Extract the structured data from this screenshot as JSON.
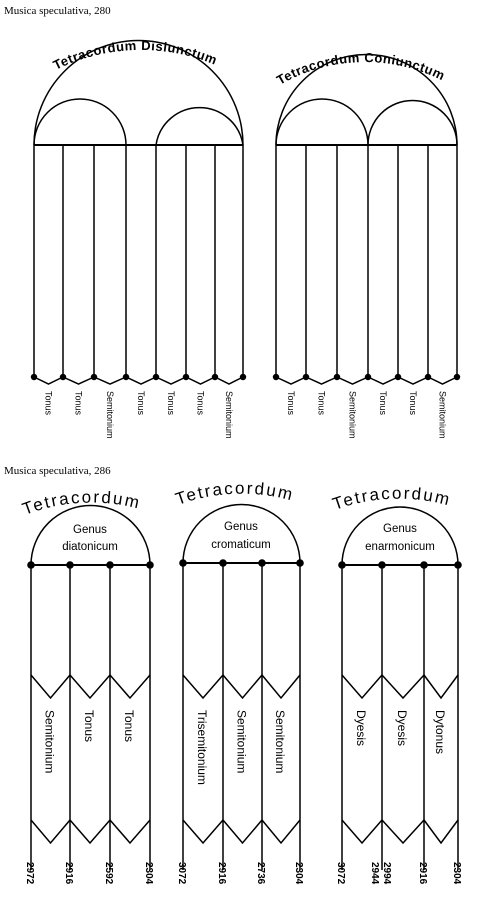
{
  "top": {
    "caption": "Musica speculativa, 280",
    "disiunctum": {
      "title": "Tetracordum Disiunctum",
      "labels": [
        "Tonus",
        "Tonus",
        "Semitonium",
        "Tonus",
        "Tonus",
        "Tonus",
        "Semitonium"
      ]
    },
    "coniunctum": {
      "title": "Tetracordum Coniunctum",
      "labels": [
        "Tonus",
        "Tonus",
        "Semitonium",
        "Tonus",
        "Tonus",
        "Semitonium"
      ]
    }
  },
  "bottom": {
    "caption": "Musica speculativa, 286",
    "groups": [
      {
        "title": "Tetracordum",
        "genus_line1": "Genus",
        "genus_line2": "diatonicum",
        "labels": [
          "Semitonium",
          "Tonus",
          "Tonus"
        ],
        "numbers": [
          "2972",
          "2916",
          "2592",
          "2304"
        ]
      },
      {
        "title": "Tetracordum",
        "genus_line1": "Genus",
        "genus_line2": "cromaticum",
        "labels": [
          "Trisemitonium",
          "Semitonium",
          "Semitonium"
        ],
        "numbers": [
          "3072",
          "2916",
          "2736",
          "2304"
        ]
      },
      {
        "title": "Tetracordum",
        "genus_line1": "Genus",
        "genus_line2": "enarmonicum",
        "labels": [
          "Dyesis",
          "Dyesis",
          "Dytonus"
        ],
        "numbers": [
          "3072",
          "2944",
          "2994",
          "2916",
          "2304"
        ]
      }
    ]
  }
}
